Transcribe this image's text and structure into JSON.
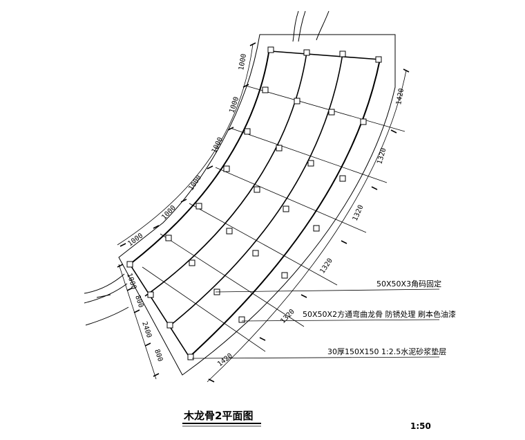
{
  "drawing": {
    "title": "木龙骨2平面图",
    "scale": "1:50",
    "dimensions_outer": [
      "1000",
      "1000",
      "1000",
      "1000",
      "1000",
      "1000"
    ],
    "dimensions_inner": [
      "1420",
      "1320",
      "1320",
      "1320",
      "1320",
      "1420"
    ],
    "dimensions_left": [
      "1000",
      "800",
      "2400",
      "800"
    ],
    "notes": [
      "50X50X3角码固定",
      "50X50X2方通弯曲龙骨 防锈处理 刷本色油漆",
      "30厚150X150 1:2.5水泥砂浆垫层"
    ]
  }
}
